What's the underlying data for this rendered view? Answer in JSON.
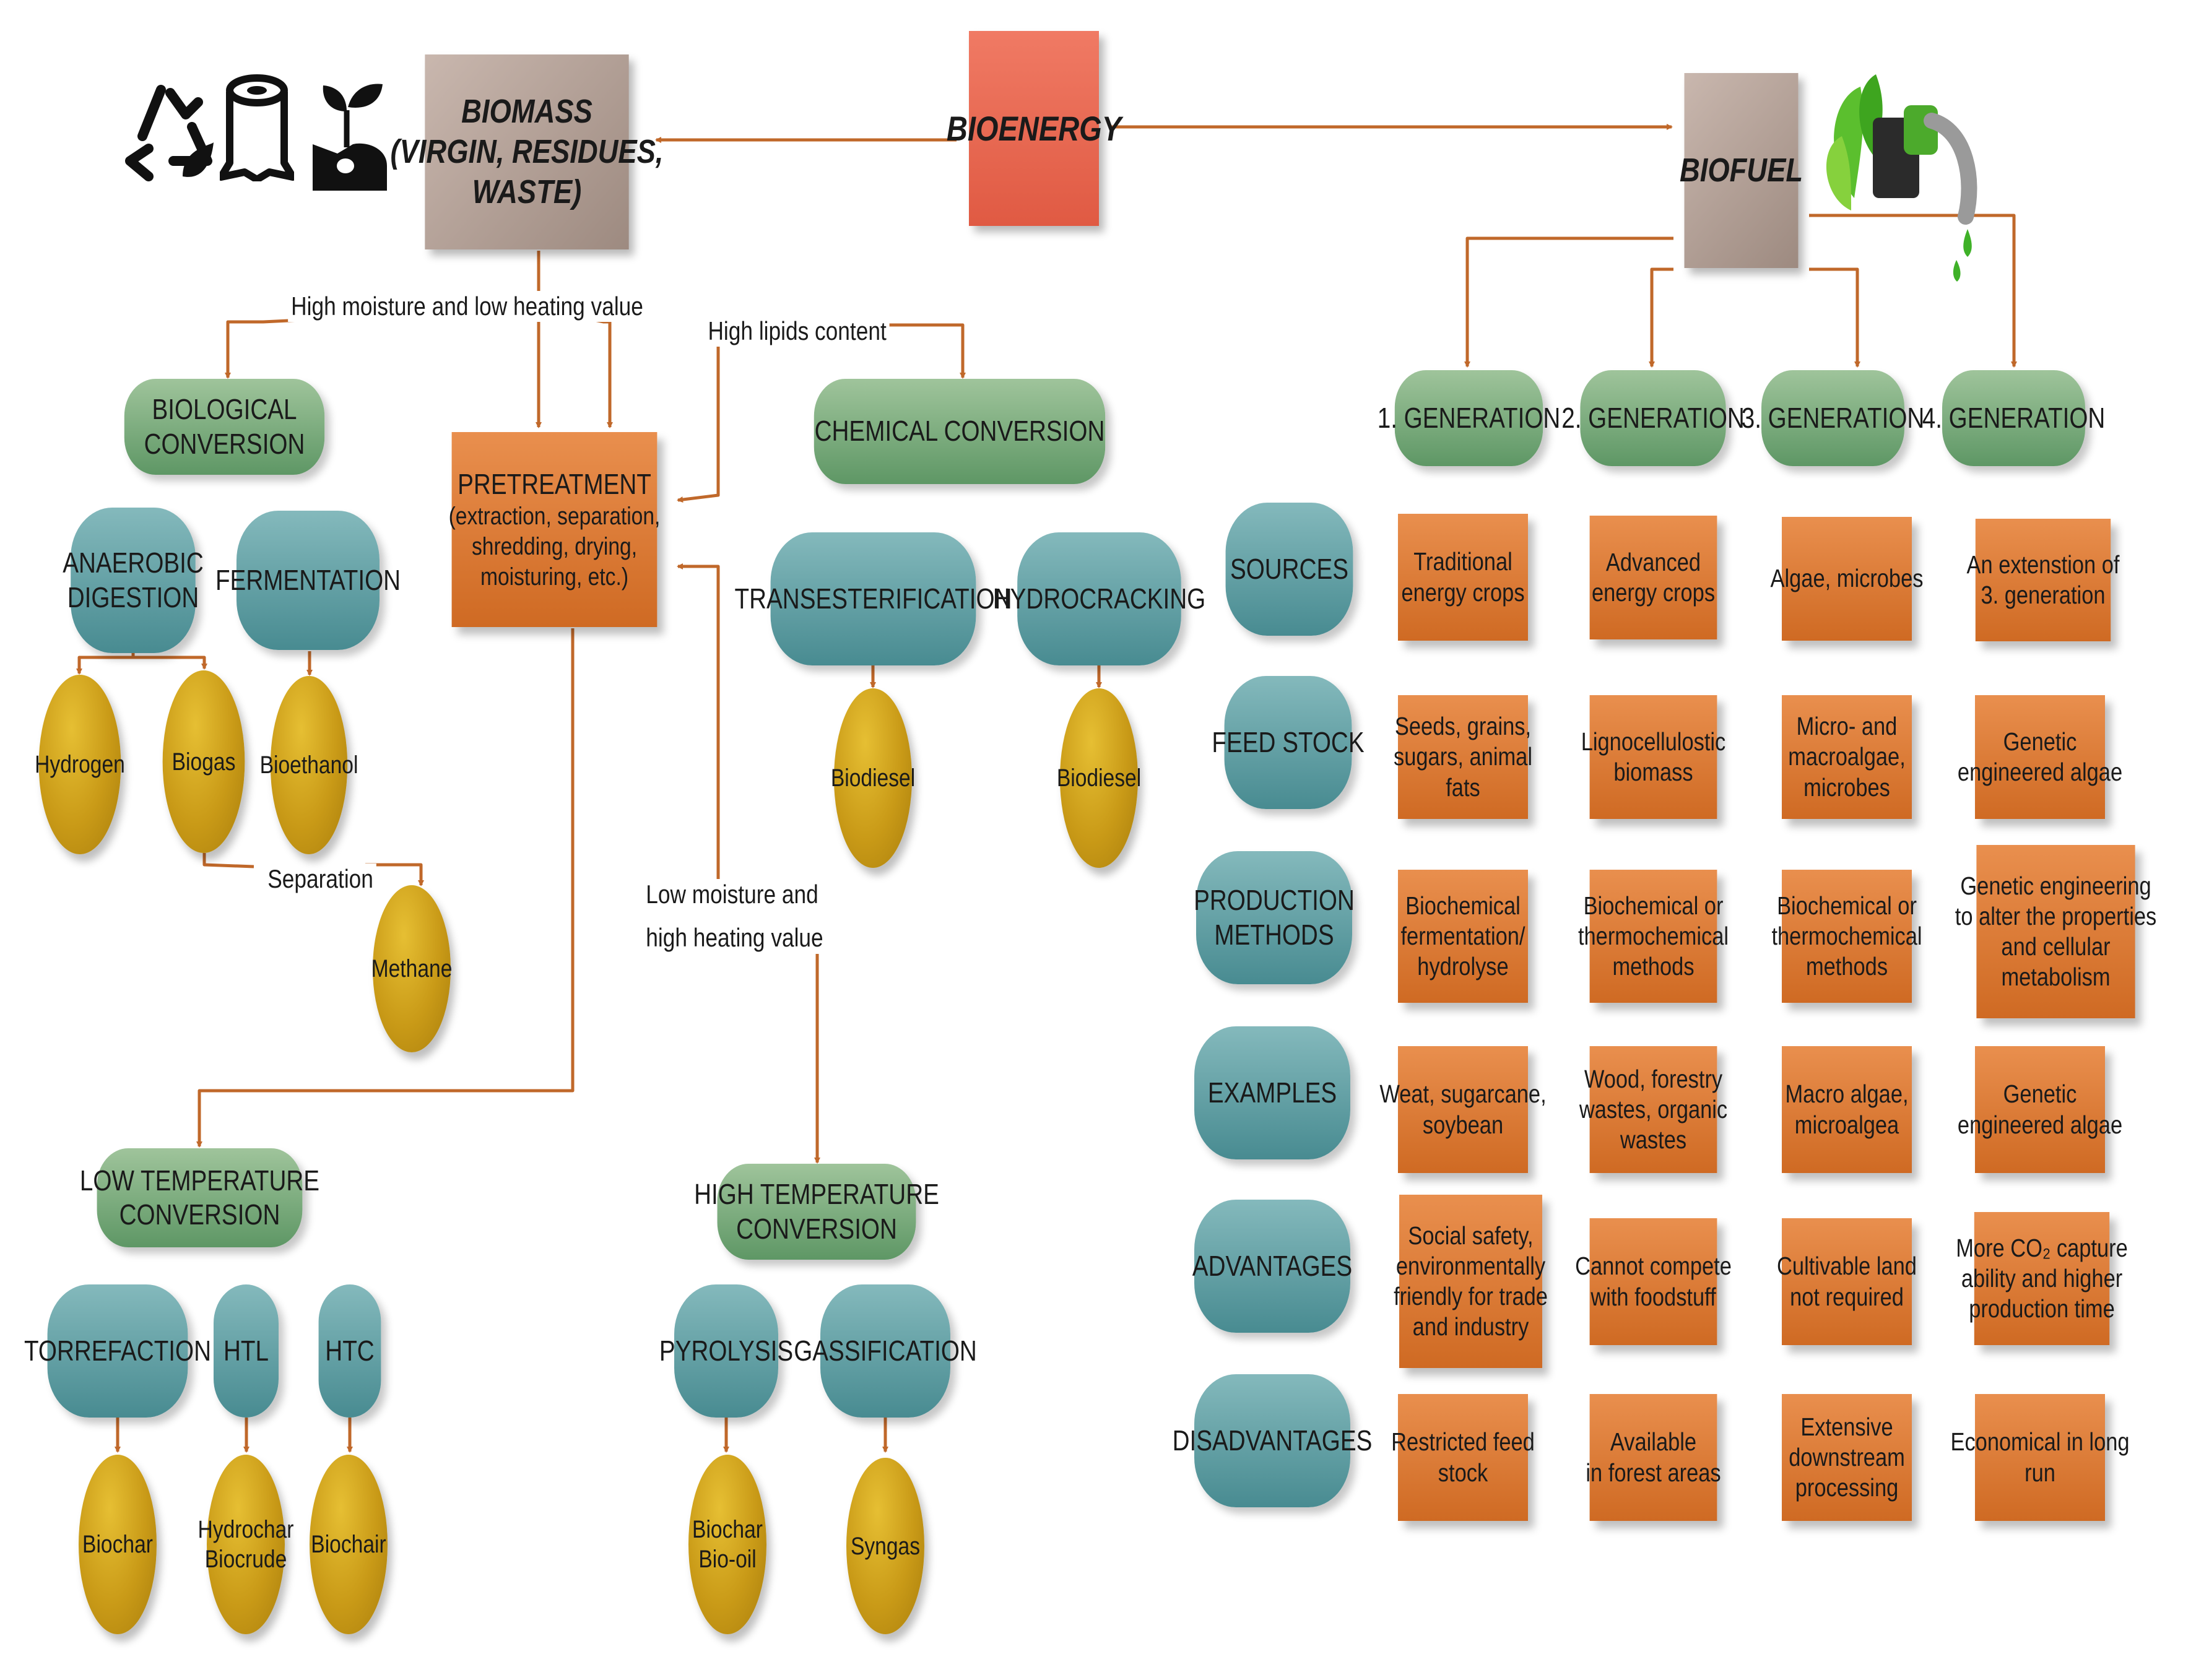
{
  "top": {
    "bioenergy": "BIOENERGY",
    "biomass": [
      "BIOMASS",
      "(VIRGIN, RESIDUES,",
      "WASTE)"
    ],
    "biofuel": "BIOFUEL"
  },
  "edge_labels": {
    "high_moisture": "High moisture and low heating value",
    "high_lipids": "High lipids content",
    "low_moisture": [
      "Low moisture and",
      "high heating value"
    ],
    "separation": "Separation"
  },
  "pretreatment": [
    "PRETREATMENT",
    "(extraction, separation,",
    "shredding, drying,",
    "moisturing, etc.)"
  ],
  "biological": {
    "title": [
      "BIOLOGICAL",
      "CONVERSION"
    ],
    "anaerobic": [
      "ANAEROBIC",
      "DIGESTION"
    ],
    "fermentation": "FERMENTATION",
    "hydrogen": "Hydrogen",
    "biogas": "Biogas",
    "bioethanol": "Bioethanol",
    "methane": "Methane"
  },
  "chemical": {
    "title": "CHEMICAL CONVERSION",
    "transesterification": "TRANSESTERIFICATION",
    "hydrocracking": "HYDROCRACKING",
    "biodiesel1": "Biodiesel",
    "biodiesel2": "Biodiesel"
  },
  "low_temp": {
    "title": [
      "LOW TEMPERATURE",
      "CONVERSION"
    ],
    "torrefaction": "TORREFACTION",
    "htl": "HTL",
    "htc": "HTC",
    "biochar": "Biochar",
    "hydrochar": [
      "Hydrochar",
      "Biocrude"
    ],
    "biochair": "Biochair"
  },
  "high_temp": {
    "title": [
      "HIGH TEMPERATURE",
      "CONVERSION"
    ],
    "pyrolysis": "PYROLYSIS",
    "gassification": "GASSIFICATION",
    "biochar_biooil": [
      "Biochar",
      "Bio-oil"
    ],
    "syngas": "Syngas"
  },
  "generations": [
    "1. GENERATION",
    "2. GENERATION",
    "3. GENERATION",
    "4. GENERATION"
  ],
  "row_labels": {
    "sources": "SOURCES",
    "feedstock": "FEED STOCK",
    "production": [
      "PRODUCTION",
      "METHODS"
    ],
    "examples": "EXAMPLES",
    "advantages": "ADVANTAGES",
    "disadvantages": "DISADVANTAGES"
  },
  "cells": {
    "sources": [
      [
        "Traditional",
        "energy crops"
      ],
      [
        "Advanced",
        "energy crops"
      ],
      [
        "Algae, microbes"
      ],
      [
        "An extenstion of",
        "3. generation"
      ]
    ],
    "feedstock": [
      [
        "Seeds, grains,",
        "sugars, animal",
        "fats"
      ],
      [
        "Lignocellulostic",
        "biomass"
      ],
      [
        "Micro- and",
        "macroalgae,",
        "microbes"
      ],
      [
        "Genetic",
        "engineered algae"
      ]
    ],
    "production": [
      [
        "Biochemical",
        "fermentation/",
        "hydrolyse"
      ],
      [
        "Biochemical or",
        "thermochemical",
        "methods"
      ],
      [
        "Biochemical or",
        "thermochemical",
        "methods"
      ],
      [
        "Genetic engineering",
        "to alter the properties",
        "and cellular",
        "metabolism"
      ]
    ],
    "examples": [
      [
        "Weat, sugarcane,",
        "soybean"
      ],
      [
        "Wood, forestry",
        "wastes, organic",
        "wastes"
      ],
      [
        "Macro algae,",
        "microalgea"
      ],
      [
        "Genetic",
        "engineered algae"
      ]
    ],
    "advantages": [
      [
        "Social safety,",
        "environmentally",
        "friendly for trade",
        "and industry"
      ],
      [
        "Cannot compete",
        "with foodstuff"
      ],
      [
        "Cultivable land",
        "not required"
      ],
      [
        "More CO₂ capture",
        "ability and higher",
        "production time"
      ]
    ],
    "disadvantages": [
      [
        "Restricted feed",
        "stock"
      ],
      [
        "Available",
        "in forest areas"
      ],
      [
        "Extensive",
        "downstream",
        "processing"
      ],
      [
        "Economical in long",
        "run"
      ]
    ]
  },
  "icons": [
    "recycle-icon",
    "tree-stump-icon",
    "sprout-in-hand-icon",
    "fuel-nozzle-leaves-icon"
  ],
  "colors": {
    "connector": "#c0682a",
    "box_orange": "#d9772f",
    "pill_green": "#6fa374",
    "pill_teal": "#5a9ea2",
    "oval_gold": "#c99a17",
    "bioenergy_red": "#e8674f",
    "grey_box": "#b3a096"
  }
}
